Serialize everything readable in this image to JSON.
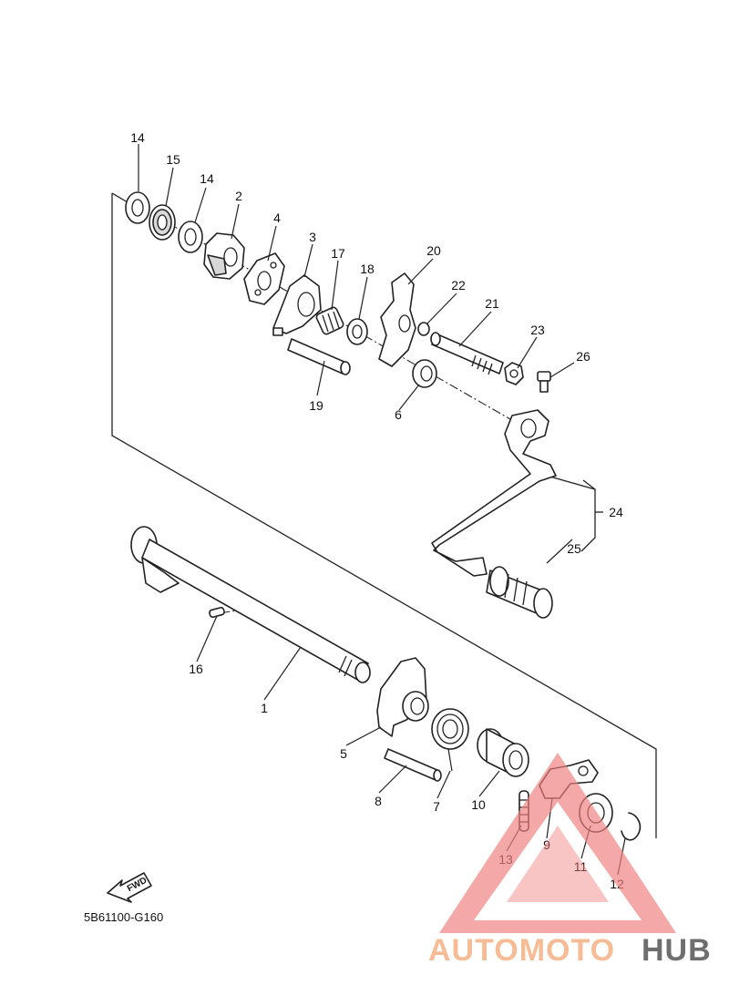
{
  "diagram": {
    "part_code": "5B61100-G160",
    "fwd_label": "FWD",
    "callouts": [
      {
        "id": "c14a",
        "label": "14"
      },
      {
        "id": "c15",
        "label": "15"
      },
      {
        "id": "c14b",
        "label": "14"
      },
      {
        "id": "c2",
        "label": "2"
      },
      {
        "id": "c4",
        "label": "4"
      },
      {
        "id": "c3",
        "label": "3"
      },
      {
        "id": "c17",
        "label": "17"
      },
      {
        "id": "c18",
        "label": "18"
      },
      {
        "id": "c20",
        "label": "20"
      },
      {
        "id": "c22",
        "label": "22"
      },
      {
        "id": "c21",
        "label": "21"
      },
      {
        "id": "c23",
        "label": "23"
      },
      {
        "id": "c26",
        "label": "26"
      },
      {
        "id": "c19",
        "label": "19"
      },
      {
        "id": "c6",
        "label": "6"
      },
      {
        "id": "c24",
        "label": "24"
      },
      {
        "id": "c25",
        "label": "25"
      },
      {
        "id": "c16",
        "label": "16"
      },
      {
        "id": "c1",
        "label": "1"
      },
      {
        "id": "c5",
        "label": "5"
      },
      {
        "id": "c8",
        "label": "8"
      },
      {
        "id": "c7",
        "label": "7"
      },
      {
        "id": "c10",
        "label": "10"
      },
      {
        "id": "c13",
        "label": "13"
      },
      {
        "id": "c9",
        "label": "9"
      },
      {
        "id": "c11",
        "label": "11"
      },
      {
        "id": "c12",
        "label": "12"
      }
    ]
  },
  "watermark": {
    "part1": "AUTOMOTO",
    "part2": "HUB",
    "color_primary": "#f08080",
    "color_accent": "#f5b183",
    "color_dark": "#555555"
  }
}
